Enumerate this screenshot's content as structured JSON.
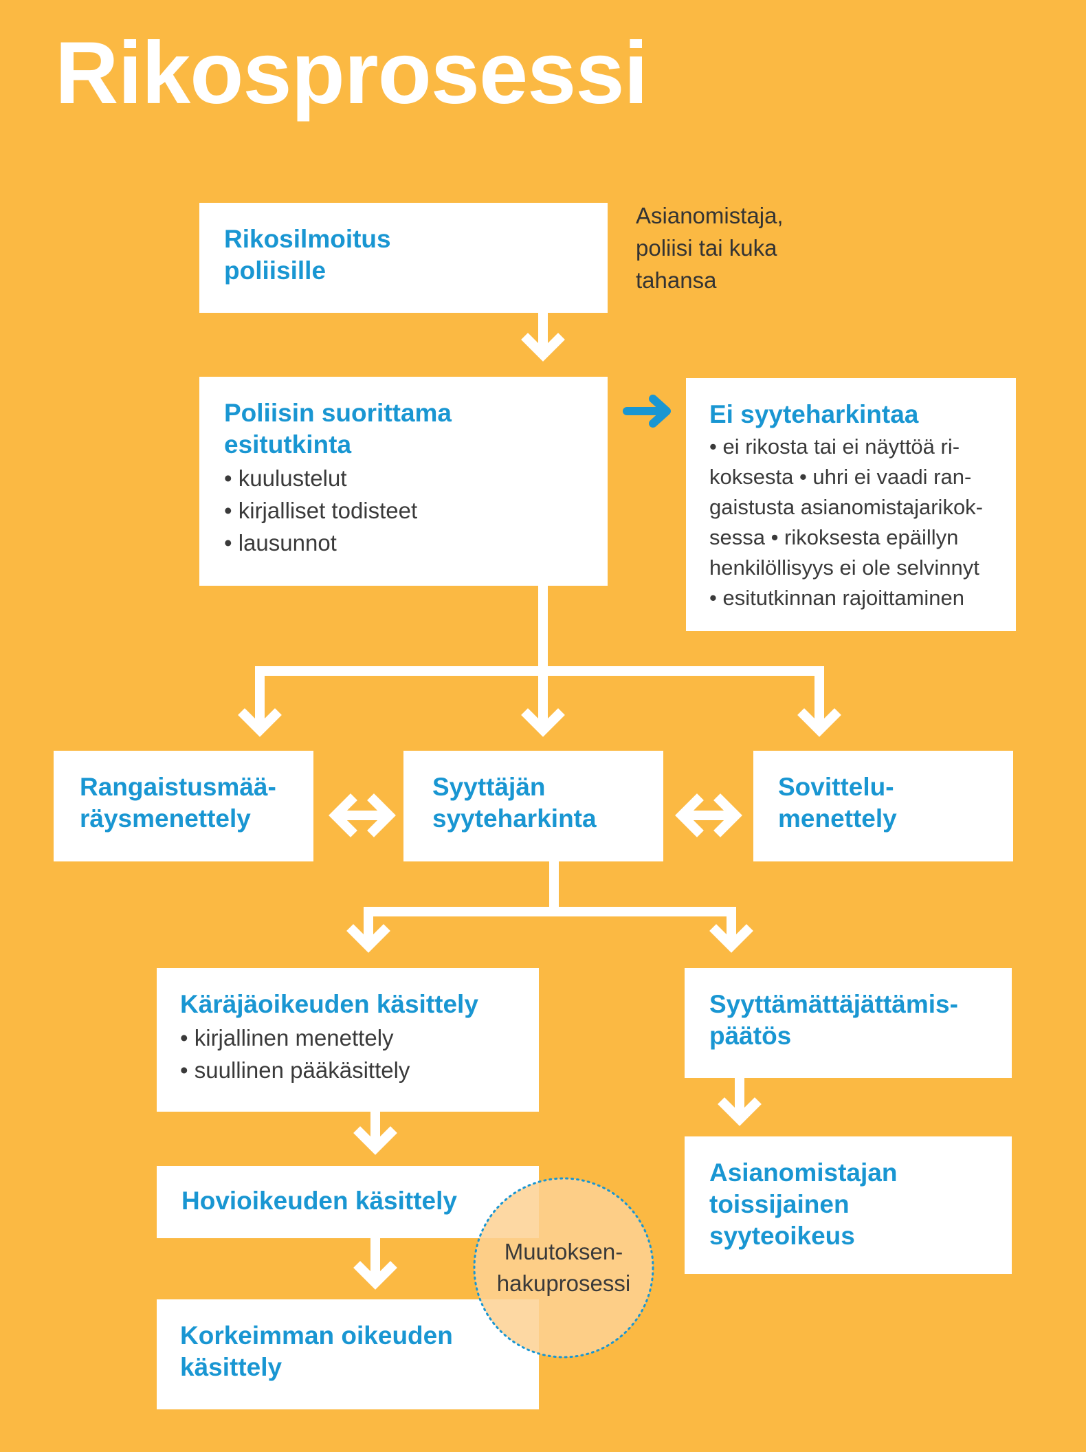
{
  "title": "Rikosprosessi",
  "note": "Asianomistaja,\npoliisi tai kuka\ntahansa",
  "boxes": {
    "rikosilmoitus": {
      "title": "Rikosilmoitus\npoliisille"
    },
    "esitutkinta": {
      "title": "Poliisin suorittama\nesitutkinta",
      "items": [
        "kuulustelut",
        "kirjalliset todisteet",
        "lausunnot"
      ]
    },
    "ei_syyteharkintaa": {
      "title": "Ei syyteharkintaa",
      "text": "• ei rikosta tai ei näyttöä ri-\nkoksesta • uhri ei vaadi ran-\ngaistusta asianomistajarikok-\nsessa • rikoksesta epäillyn\nhenkilöllisyys ei ole selvinnyt\n• esitutkinnan rajoittaminen"
    },
    "rangaistusmaarays": {
      "title": "Rangaistusmää-\nräysmenettely"
    },
    "syyteharkinta": {
      "title": "Syyttäjän\nsyyteharkinta"
    },
    "sovittelu": {
      "title": "Sovittelu-\nmenettely"
    },
    "karajaoikeus": {
      "title": "Käräjäoikeuden käsittely",
      "items": [
        "kirjallinen menettely",
        "suullinen pääkäsittely"
      ]
    },
    "syyttamattajattamis": {
      "title": "Syyttämättäjättämis-\npäätös"
    },
    "hovioikeus": {
      "title": "Hovioikeuden käsittely"
    },
    "korkein": {
      "title": "Korkeimman oikeuden\nkäsittely"
    },
    "toissijainen": {
      "title": "Asianomistajan\ntoissijainen\nsyyteoikeus"
    }
  },
  "circle": {
    "label": "Muutoksen-\nhakuprosessi"
  },
  "colors": {
    "background": "#FBB943",
    "box": "#FFFFFF",
    "title_text": "#1996D2",
    "connector": "#FFFFFF",
    "side_arrow": "#1996D2",
    "circle_fill": "#FDD193",
    "circle_border": "#1996D2"
  }
}
